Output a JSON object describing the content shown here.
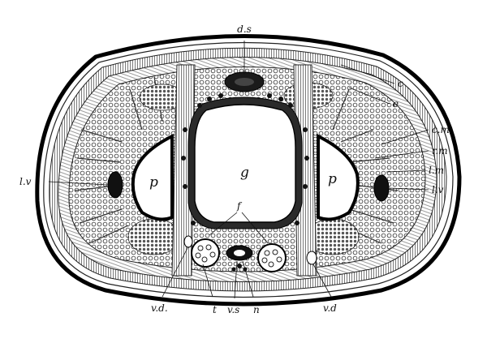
{
  "figure": {
    "labels": {
      "ds": "d.s",
      "c": "c",
      "e": "e",
      "cm": "c.m",
      "rm": "r.m",
      "lm": "l.m",
      "lv_right": "l.v",
      "lv_left": "l.v",
      "p_left": "p",
      "p_right": "p",
      "g": "g",
      "f": "f",
      "vd_left": "v.d.",
      "t": "t",
      "vs": "v.s",
      "n": "n",
      "vd_right": "v.d"
    }
  }
}
